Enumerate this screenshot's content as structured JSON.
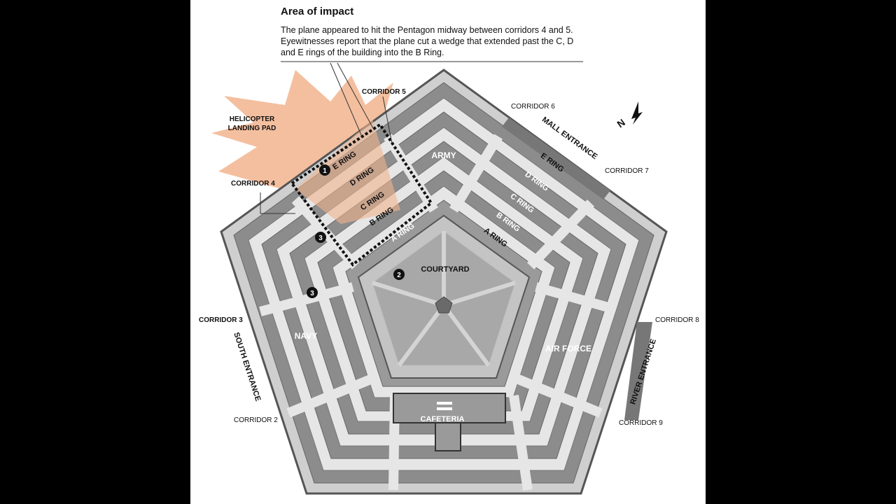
{
  "header": {
    "title": "Area of impact",
    "description": "The plane appeared to hit the Pentagon midway between corridors 4 and 5. Eyewitnesses report that the plane cut a wedge that extended past the C, D and E rings of the building into the B Ring."
  },
  "labels": {
    "helipad": [
      "HELICOPTER",
      "LANDING PAD"
    ],
    "corridor_2": "CORRIDOR 2",
    "corridor_3": "CORRIDOR 3",
    "corridor_4": "CORRIDOR 4",
    "corridor_5": "CORRIDOR 5",
    "corridor_6": "CORRIDOR 6",
    "corridor_7": "CORRIDOR 7",
    "corridor_8": "CORRIDOR 8",
    "corridor_9": "CORRIDOR 9",
    "mall_entrance": "MALL ENTRANCE",
    "south_entrance": "SOUTH ENTRANCE",
    "river_entrance": "RIVER ENTRANCE",
    "courtyard": "COURTYARD",
    "cafeteria": "CAFETERIA",
    "army": "ARMY",
    "navy": "NAVY",
    "air_force": "AIR FORCE",
    "north": "N"
  },
  "rings_impact": [
    "E RING",
    "D RING",
    "C RING",
    "B RING",
    "A RING"
  ],
  "rings_east": [
    "E RING",
    "D RING",
    "C RING",
    "B RING",
    "A RING"
  ],
  "markers": [
    "1",
    "2",
    "3",
    "3"
  ]
}
